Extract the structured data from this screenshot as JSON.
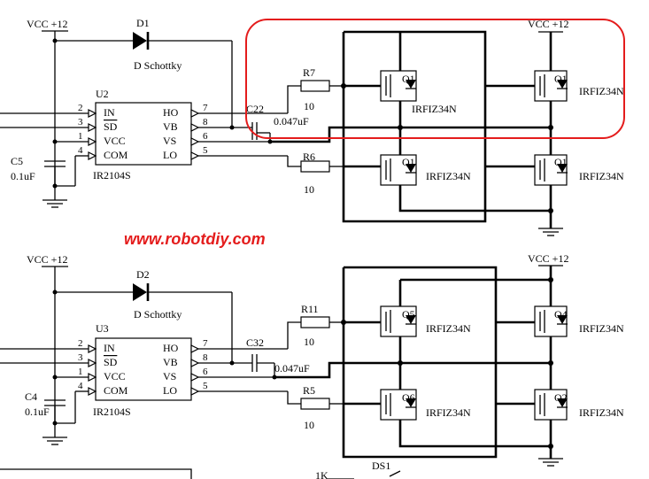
{
  "watermark": "www.robotdiy.com",
  "highlight_color": "#e41c1c",
  "top": {
    "vcc_left": "VCC +12",
    "vcc_right": "VCC +12",
    "diode_ref": "D1",
    "diode_val": "D Schottky",
    "ic_ref": "U2",
    "ic_part": "IR2104S",
    "pins_left": [
      "IN",
      "SD",
      "VCC",
      "COM"
    ],
    "pins_left_num": [
      "2",
      "3",
      "1",
      "4"
    ],
    "pins_right": [
      "HO",
      "VB",
      "VS",
      "LO"
    ],
    "pins_right_num": [
      "7",
      "8",
      "6",
      "5"
    ],
    "cap_ref": "C5",
    "cap_val": "0.1uF",
    "boot_cap_ref": "C22",
    "boot_cap_val": "0.047uF",
    "r_high_ref": "R7",
    "r_high_val": "10",
    "r_low_ref": "R6",
    "r_low_val": "10",
    "q_hs_left": "Q1",
    "q_hs_right": "Q1",
    "q_ls_left": "Q1",
    "q_ls_right": "Q1",
    "mosfet_part": "IRFIZ34N"
  },
  "bottom": {
    "vcc_left": "VCC +12",
    "vcc_right": "VCC +12",
    "diode_ref": "D2",
    "diode_val": "D Schottky",
    "ic_ref": "U3",
    "ic_part": "IR2104S",
    "pins_left": [
      "IN",
      "SD",
      "VCC",
      "COM"
    ],
    "pins_left_num": [
      "2",
      "3",
      "1",
      "4"
    ],
    "pins_right": [
      "HO",
      "VB",
      "VS",
      "LO"
    ],
    "pins_right_num": [
      "7",
      "8",
      "6",
      "5"
    ],
    "cap_ref": "C4",
    "cap_val": "0.1uF",
    "boot_cap_ref": "C32",
    "boot_cap_val": "0.047uF",
    "r_high_ref": "R11",
    "r_high_val": "10",
    "r_low_ref": "R5",
    "r_low_val": "10",
    "q_hs_left": "Q5",
    "q_hs_right": "Q4",
    "q_ls_left": "Q6",
    "q_ls_right": "Q2",
    "mosfet_part": "IRFIZ34N"
  },
  "footer": {
    "ds_ref": "DS1",
    "r_partial": "1K"
  }
}
